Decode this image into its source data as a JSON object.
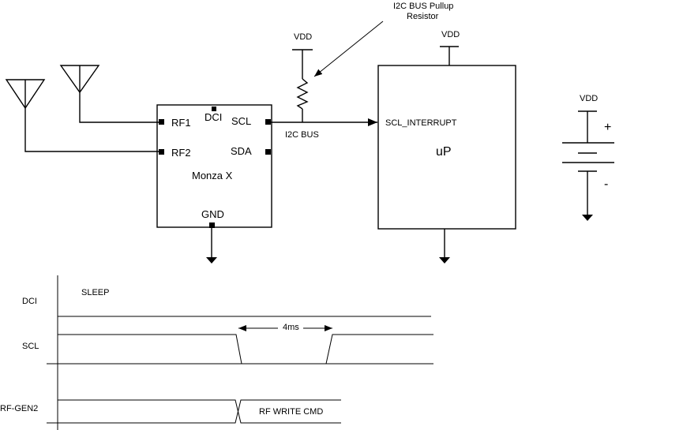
{
  "annotation": {
    "line1": "I2C BUS Pullup",
    "line2": "Resistor"
  },
  "vdd": {
    "resistor": "VDD",
    "uP": "VDD",
    "battery": "VDD"
  },
  "chip": {
    "name": "Monza X",
    "pins": {
      "rf1": "RF1",
      "rf2": "RF2",
      "dci": "DCI",
      "scl": "SCL",
      "sda": "SDA",
      "gnd": "GND"
    }
  },
  "bus": {
    "label": "I2C BUS"
  },
  "processor": {
    "name": "uP",
    "input": "SCL_INTERRUPT"
  },
  "battery": {
    "plus": "+",
    "minus": "-"
  },
  "timing": {
    "rows": {
      "dci": "DCI",
      "scl": "SCL",
      "rfgen2": "RF-GEN2"
    },
    "sleep": "SLEEP",
    "duration": "4ms",
    "rf_write": "RF WRITE CMD"
  }
}
